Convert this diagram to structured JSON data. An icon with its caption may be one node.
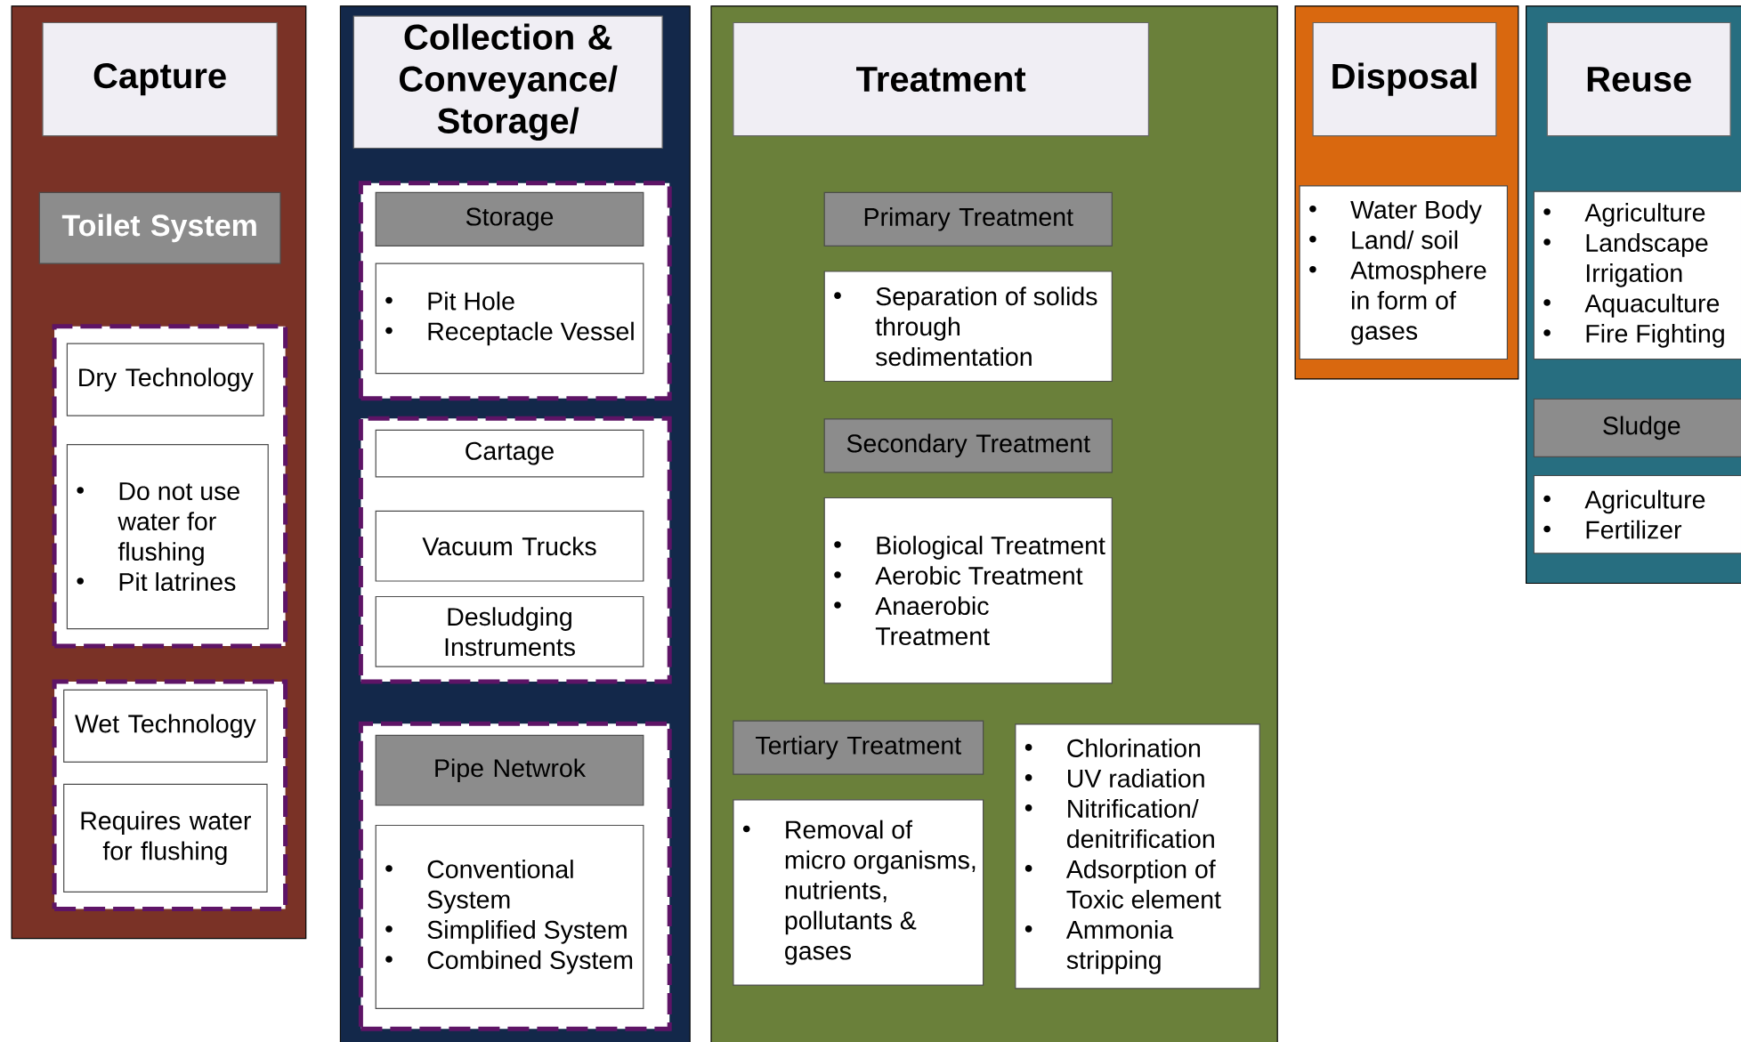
{
  "diagram": {
    "nodes": [
      {
        "text": [
          "Capture"
        ]
      },
      {
        "text": [
          "Toilet System"
        ],
        "in": 0
      },
      {
        "text": [],
        "shape": "box",
        "in": 0
      },
      {
        "text": [
          "Dry Technology"
        ],
        "in": 2
      },
      {
        "text": [
          "Do not use water for flushing",
          "Pit latrines"
        ],
        "in": 2
      },
      {
        "text": [],
        "shape": "box",
        "in": 0
      },
      {
        "text": [
          "Wet Technology"
        ],
        "in": 5
      },
      {
        "text": [
          "Requires water for flushing"
        ],
        "in": 5
      },
      {
        "text": [
          "Collection & Conveyance/ Storage/"
        ]
      },
      {
        "text": [],
        "shape": "box",
        "in": 8
      },
      {
        "text": [
          "Storage"
        ],
        "in": 9
      },
      {
        "text": [
          "Pit Hole",
          "Receptacle Vessel"
        ],
        "in": 9
      },
      {
        "text": [],
        "shape": "box",
        "in": 8
      },
      {
        "text": [
          "Cartage"
        ],
        "in": 12
      },
      {
        "text": [
          "Vacuum Trucks"
        ],
        "in": 12
      },
      {
        "text": [
          "Desludging Instruments"
        ],
        "in": 12
      },
      {
        "text": [],
        "shape": "box",
        "in": 8
      },
      {
        "text": [
          "Pipe Netwrok"
        ],
        "in": 16
      },
      {
        "text": [
          "Conventional System",
          "Simplified System",
          "Combined System"
        ],
        "in": 16
      },
      {
        "text": [
          "Treatment"
        ]
      },
      {
        "text": [
          "Primary Treatment"
        ],
        "in": 19
      },
      {
        "text": [
          "Separation of solids through sedimentation"
        ],
        "in": 19
      },
      {
        "text": [
          "Secondary Treatment"
        ],
        "in": 19
      },
      {
        "text": [
          "Biological Treatment",
          "Aerobic Treatment",
          "Anaerobic Treatment"
        ],
        "in": 19
      },
      {
        "text": [
          "Tertiary Treatment"
        ],
        "in": 19
      },
      {
        "text": [
          "Removal of micro organisms, nutrients, pollutants & gases"
        ],
        "in": 19
      },
      {
        "text": [
          "Chlorination",
          "UV radiation",
          "Nitrification/ denitrification",
          "Adsorption of Toxic element",
          "Ammonia stripping"
        ],
        "in": 19
      },
      {
        "text": [
          "Disposal"
        ]
      },
      {
        "text": [
          "Water Body",
          "Land/ soil",
          "Atmosphere in form of gases"
        ],
        "in": 27
      },
      {
        "text": [
          "Reuse"
        ]
      },
      {
        "text": [
          "Agriculture",
          "Landscape Irrigation",
          "Aquaculture",
          "Fire Fighting"
        ],
        "in": 29
      },
      {
        "text": [
          "Sludge"
        ],
        "in": 29
      },
      {
        "text": [
          "Agriculture",
          "Fertilizer"
        ],
        "in": 29
      }
    ]
  }
}
